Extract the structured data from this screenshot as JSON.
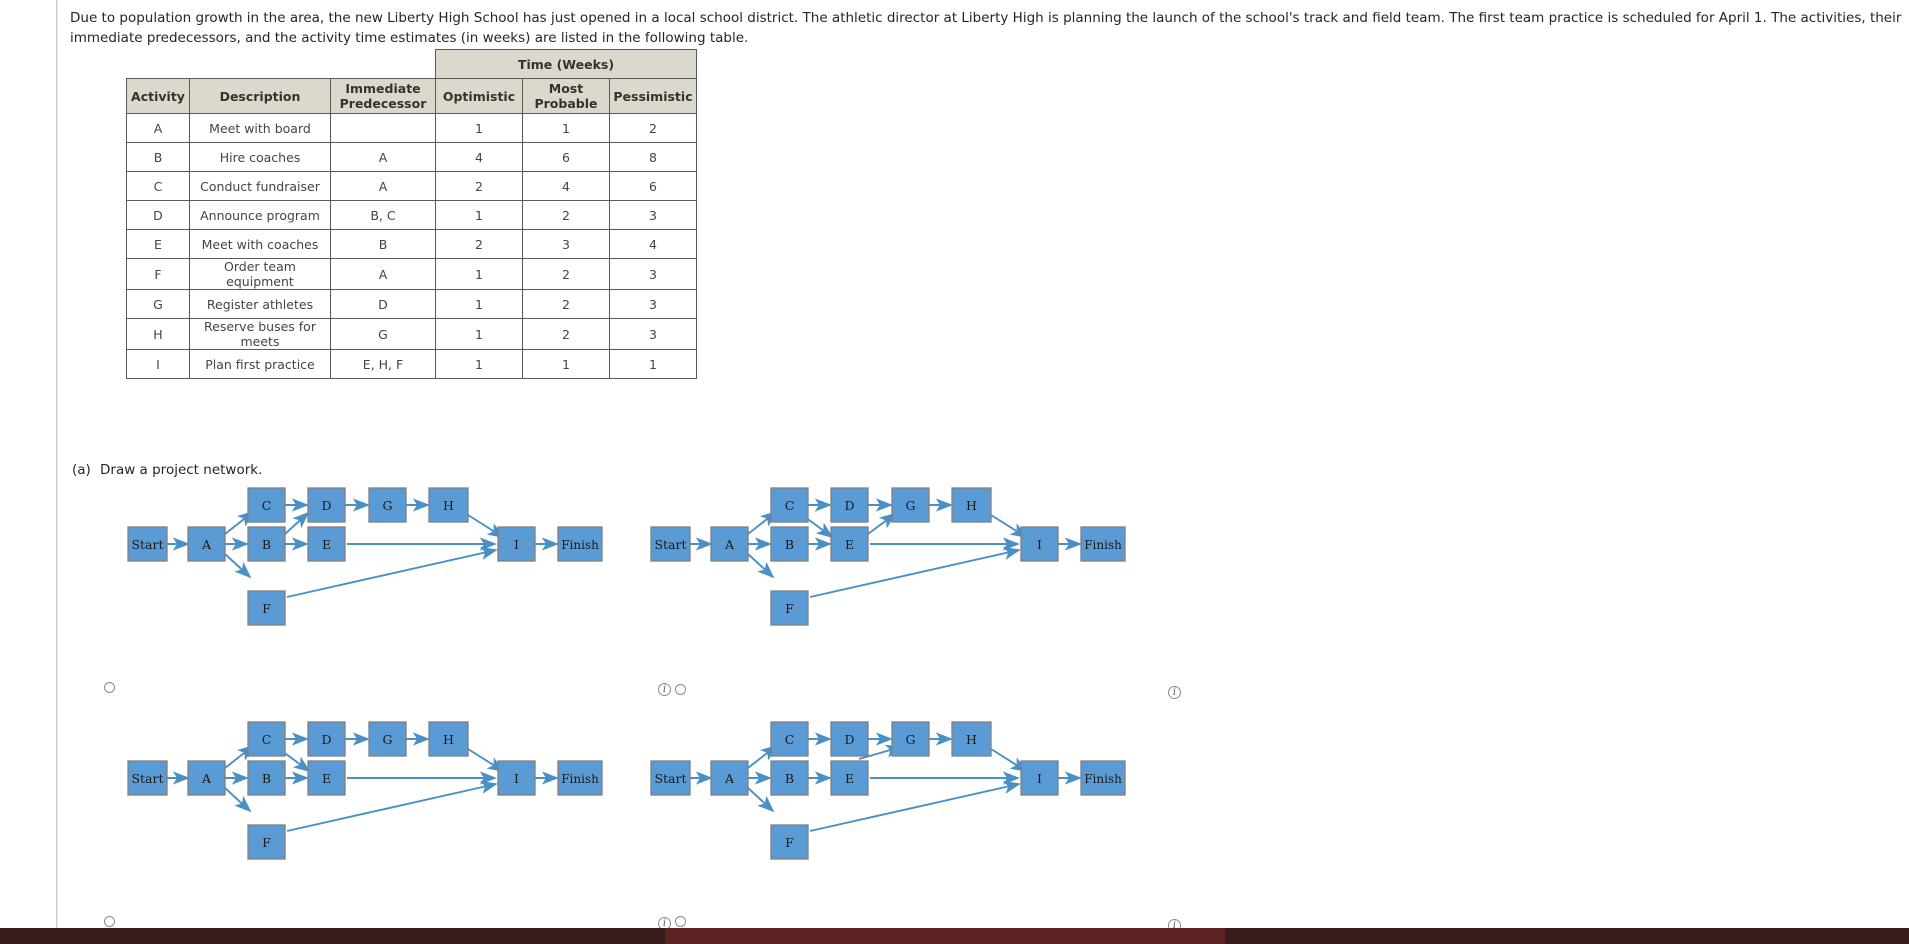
{
  "prompt": {
    "text": "Due to population growth in the area, the new Liberty High School has just opened in a local school district. The athletic director at Liberty High is planning the launch of the school's track and field team. The first team practice is scheduled for April 1. The activities, their immediate predecessors, and the activity time estimates (in weeks) are listed in the following table."
  },
  "table": {
    "group_header": "Time (Weeks)",
    "columns": [
      "Activity",
      "Description",
      "Immediate Predecessor",
      "Optimistic",
      "Most Probable",
      "Pessimistic"
    ],
    "rows": [
      {
        "activity": "A",
        "description": "Meet with board",
        "predecessor": "",
        "optimistic": "1",
        "most_probable": "1",
        "pessimistic": "2"
      },
      {
        "activity": "B",
        "description": "Hire coaches",
        "predecessor": "A",
        "optimistic": "4",
        "most_probable": "6",
        "pessimistic": "8"
      },
      {
        "activity": "C",
        "description": "Conduct fundraiser",
        "predecessor": "A",
        "optimistic": "2",
        "most_probable": "4",
        "pessimistic": "6"
      },
      {
        "activity": "D",
        "description": "Announce program",
        "predecessor": "B, C",
        "optimistic": "1",
        "most_probable": "2",
        "pessimistic": "3"
      },
      {
        "activity": "E",
        "description": "Meet with coaches",
        "predecessor": "B",
        "optimistic": "2",
        "most_probable": "3",
        "pessimistic": "4"
      },
      {
        "activity": "F",
        "description": "Order team equipment",
        "predecessor": "A",
        "optimistic": "1",
        "most_probable": "2",
        "pessimistic": "3"
      },
      {
        "activity": "G",
        "description": "Register athletes",
        "predecessor": "D",
        "optimistic": "1",
        "most_probable": "2",
        "pessimistic": "3"
      },
      {
        "activity": "H",
        "description": "Reserve buses for meets",
        "predecessor": "G",
        "optimistic": "1",
        "most_probable": "2",
        "pessimistic": "3"
      },
      {
        "activity": "I",
        "description": "Plan first practice",
        "predecessor": "E, H, F",
        "optimistic": "1",
        "most_probable": "1",
        "pessimistic": "1"
      }
    ]
  },
  "question": {
    "label": "(a)",
    "text": "Draw a project network."
  },
  "colors": {
    "node_fill": "#5b9bd5",
    "node_stroke": "#7f7f7f",
    "arrow": "#4a90c4",
    "header_bg": "#dcd8cb",
    "border": "#5a5a5a"
  },
  "diagrams": [
    {
      "id": "option-1",
      "nodes": [
        "Start",
        "A",
        "B",
        "C",
        "D",
        "E",
        "F",
        "G",
        "H",
        "I",
        "Finish"
      ],
      "edges": [
        "Start-A",
        "A-C",
        "A-B",
        "A-F",
        "C-D",
        "B-D",
        "B-E",
        "D-G",
        "G-H",
        "H-I",
        "E-I",
        "F-I",
        "I-Finish"
      ],
      "info_icon": "info-icon",
      "radio_label": ""
    },
    {
      "id": "option-2",
      "nodes": [
        "Start",
        "A",
        "B",
        "C",
        "D",
        "E",
        "F",
        "G",
        "H",
        "I",
        "Finish"
      ],
      "edges": [
        "Start-A",
        "A-C",
        "A-B",
        "A-F",
        "C-D",
        "C-E",
        "B-E",
        "D-G",
        "E-G",
        "G-H",
        "H-I",
        "E-I",
        "F-I",
        "I-Finish"
      ],
      "info_icon": "info-icon",
      "radio_label": ""
    },
    {
      "id": "option-3",
      "nodes": [
        "Start",
        "A",
        "B",
        "C",
        "D",
        "E",
        "F",
        "G",
        "H",
        "I",
        "Finish"
      ],
      "edges": [
        "Start-A",
        "A-C",
        "A-B",
        "A-F",
        "C-D",
        "C-E",
        "B-E",
        "D-G",
        "G-H",
        "H-I",
        "E-I",
        "F-I",
        "I-Finish"
      ],
      "info_icon": "info-icon",
      "radio_label": ""
    },
    {
      "id": "option-4",
      "nodes": [
        "Start",
        "A",
        "B",
        "C",
        "D",
        "E",
        "F",
        "G",
        "H",
        "I",
        "Finish"
      ],
      "edges": [
        "Start-A",
        "A-C",
        "A-B",
        "A-F",
        "C-D",
        "B-E",
        "E-G",
        "D-G",
        "G-H",
        "H-I",
        "E-I",
        "F-I",
        "I-Finish"
      ],
      "info_icon": "info-icon",
      "radio_label": ""
    }
  ],
  "node_labels": {
    "start": "Start",
    "a": "A",
    "b": "B",
    "c": "C",
    "d": "D",
    "e": "E",
    "f": "F",
    "g": "G",
    "h": "H",
    "i": "I",
    "finish": "Finish"
  },
  "info_icon_glyph": "i"
}
